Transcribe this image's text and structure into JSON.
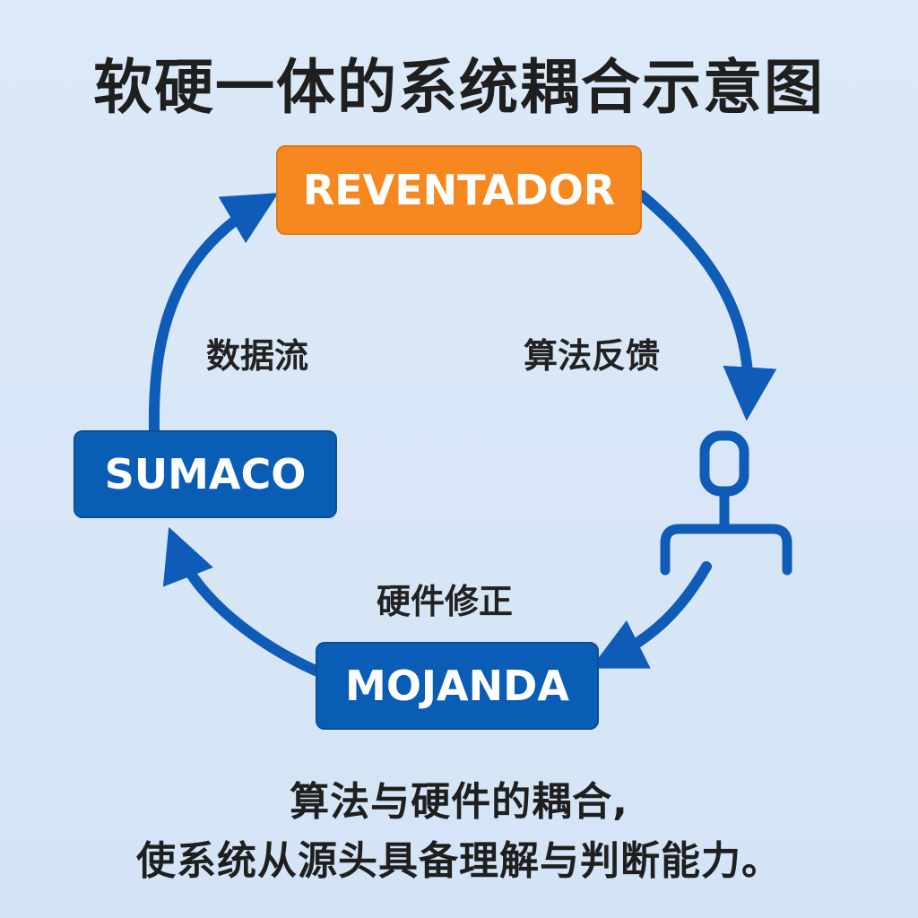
{
  "title": "软硬一体的系统耦合示意图",
  "nodes": {
    "top": "REVENTADOR",
    "left": "SUMACO",
    "bottom": "MOJANDA"
  },
  "edge_labels": {
    "data_flow": "数据流",
    "algorithm_feedback": "算法反馈",
    "hardware_correction": "硬件修正"
  },
  "conclusion": {
    "line1": "算法与硬件的耦合,",
    "line2": "使系统从源头具备理解与判断能力。"
  },
  "colors": {
    "background": "#d8e7f7",
    "top_node": "#f7881f",
    "blue_node": "#0a5db5",
    "arrow": "#0f5cb8",
    "text": "#1f1f1f"
  },
  "icons": [
    "person-icon"
  ]
}
